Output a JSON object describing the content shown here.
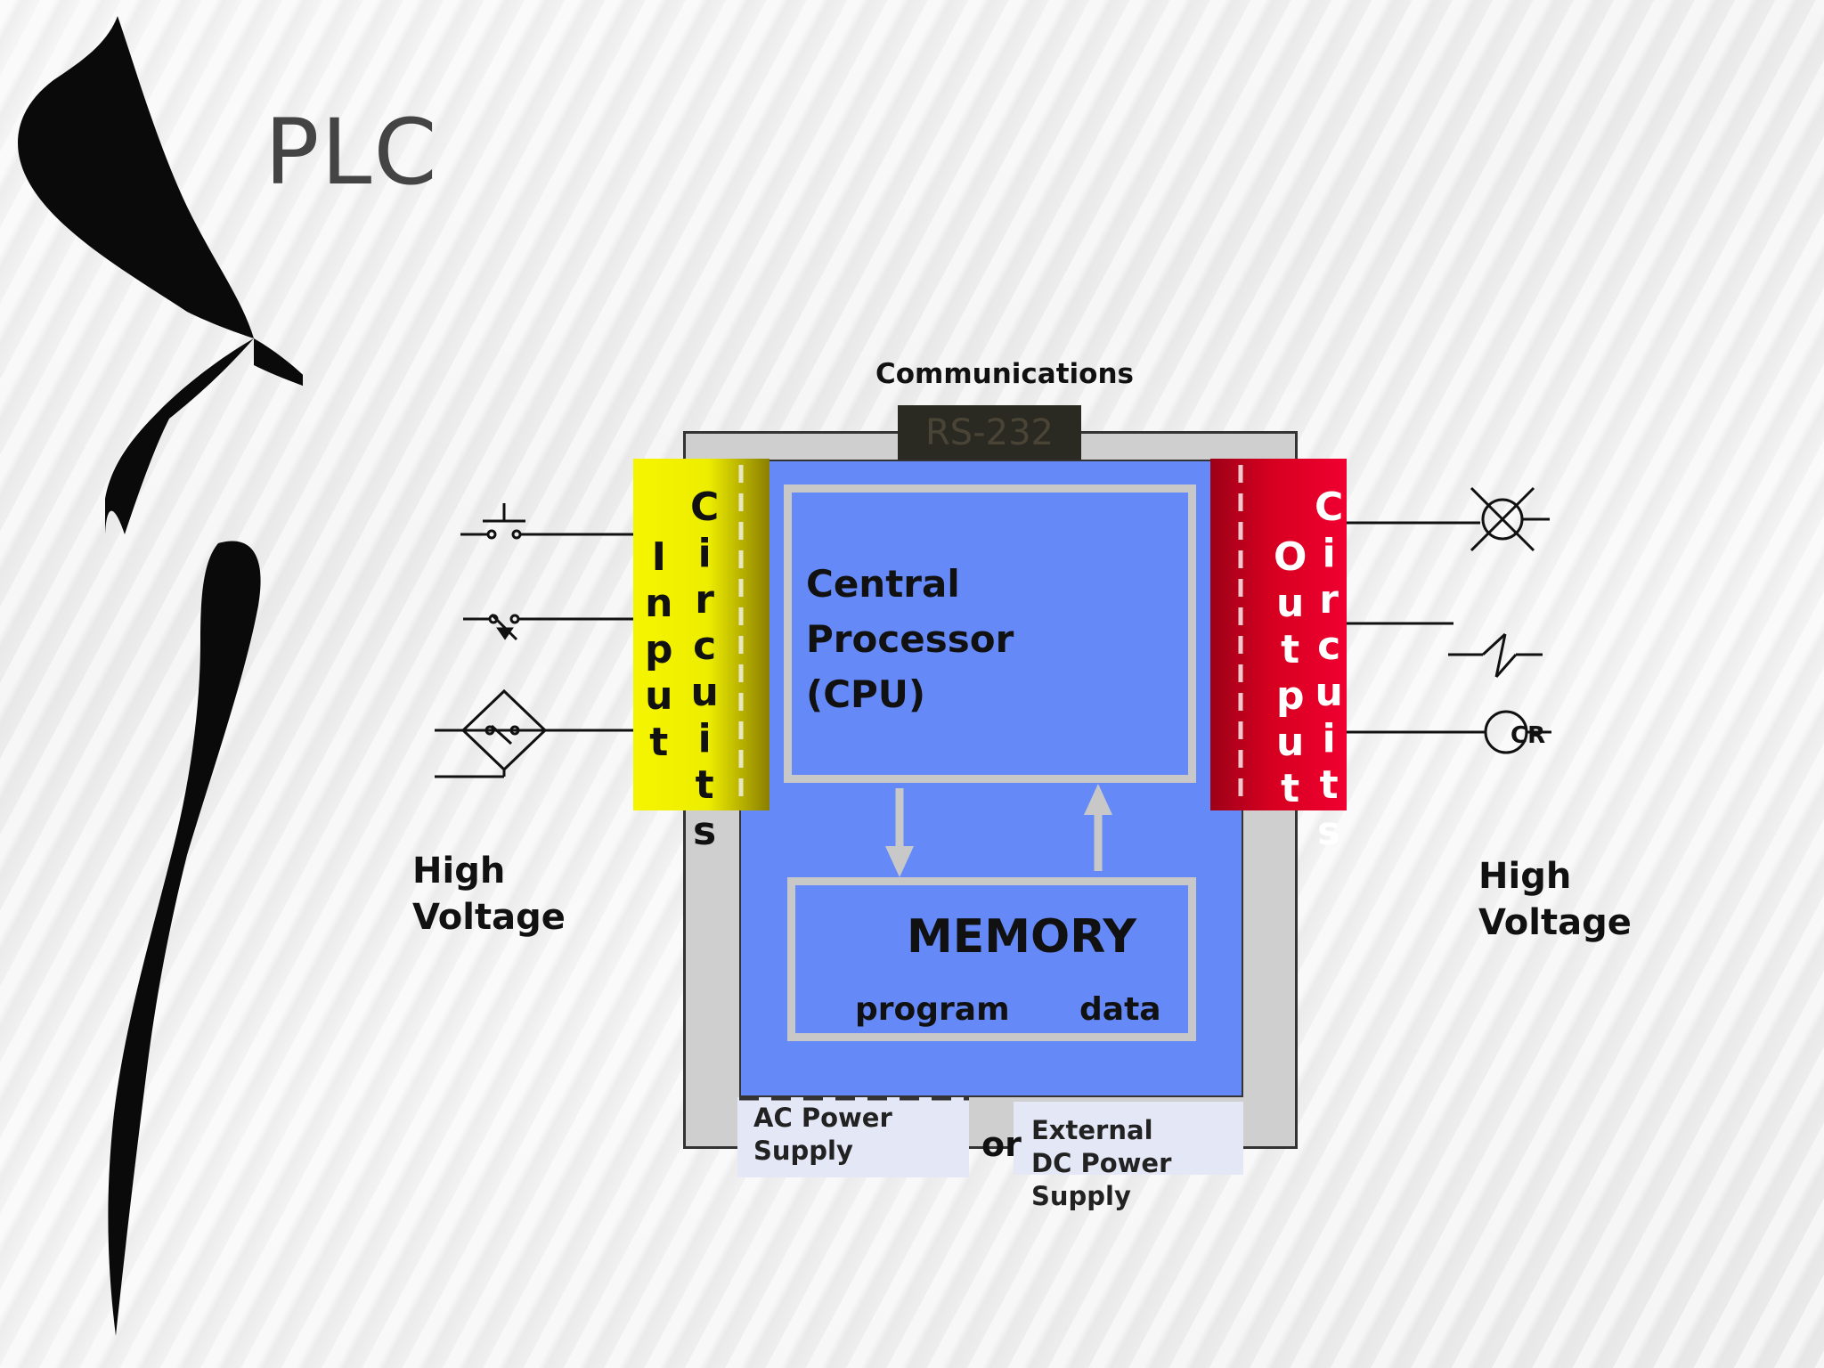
{
  "slide": {
    "title": "PLC"
  },
  "diagram": {
    "communications_label": "Communications",
    "port_label": "RS-232",
    "cpu_lines": [
      "Central",
      "Processor",
      "(CPU)"
    ],
    "memory": {
      "title": "MEMORY",
      "left_label": "program",
      "right_label": "data"
    },
    "input_circuits": {
      "word1": "Input",
      "word2": "Circuits"
    },
    "output_circuits": {
      "word1": "Output",
      "word2": "Circuits"
    },
    "power": {
      "ac_lines": [
        "AC Power",
        "Supply"
      ],
      "or_label": "or",
      "dc_lines": [
        "External",
        "DC Power",
        "Supply"
      ]
    },
    "left_voltage_lines": [
      "High",
      "Voltage"
    ],
    "right_voltage_lines": [
      "High",
      "Voltage"
    ],
    "coil_label": "CR"
  },
  "colors": {
    "processor_blue": "#658af7",
    "input_yellow": "#f6f500",
    "output_red": "#e0001e",
    "frame_gray": "#cfcfcf"
  },
  "icons": [
    "pushbutton-switch-icon",
    "limit-switch-icon",
    "sensor-switch-icon",
    "lamp-icon",
    "heater-icon",
    "relay-coil-icon"
  ]
}
